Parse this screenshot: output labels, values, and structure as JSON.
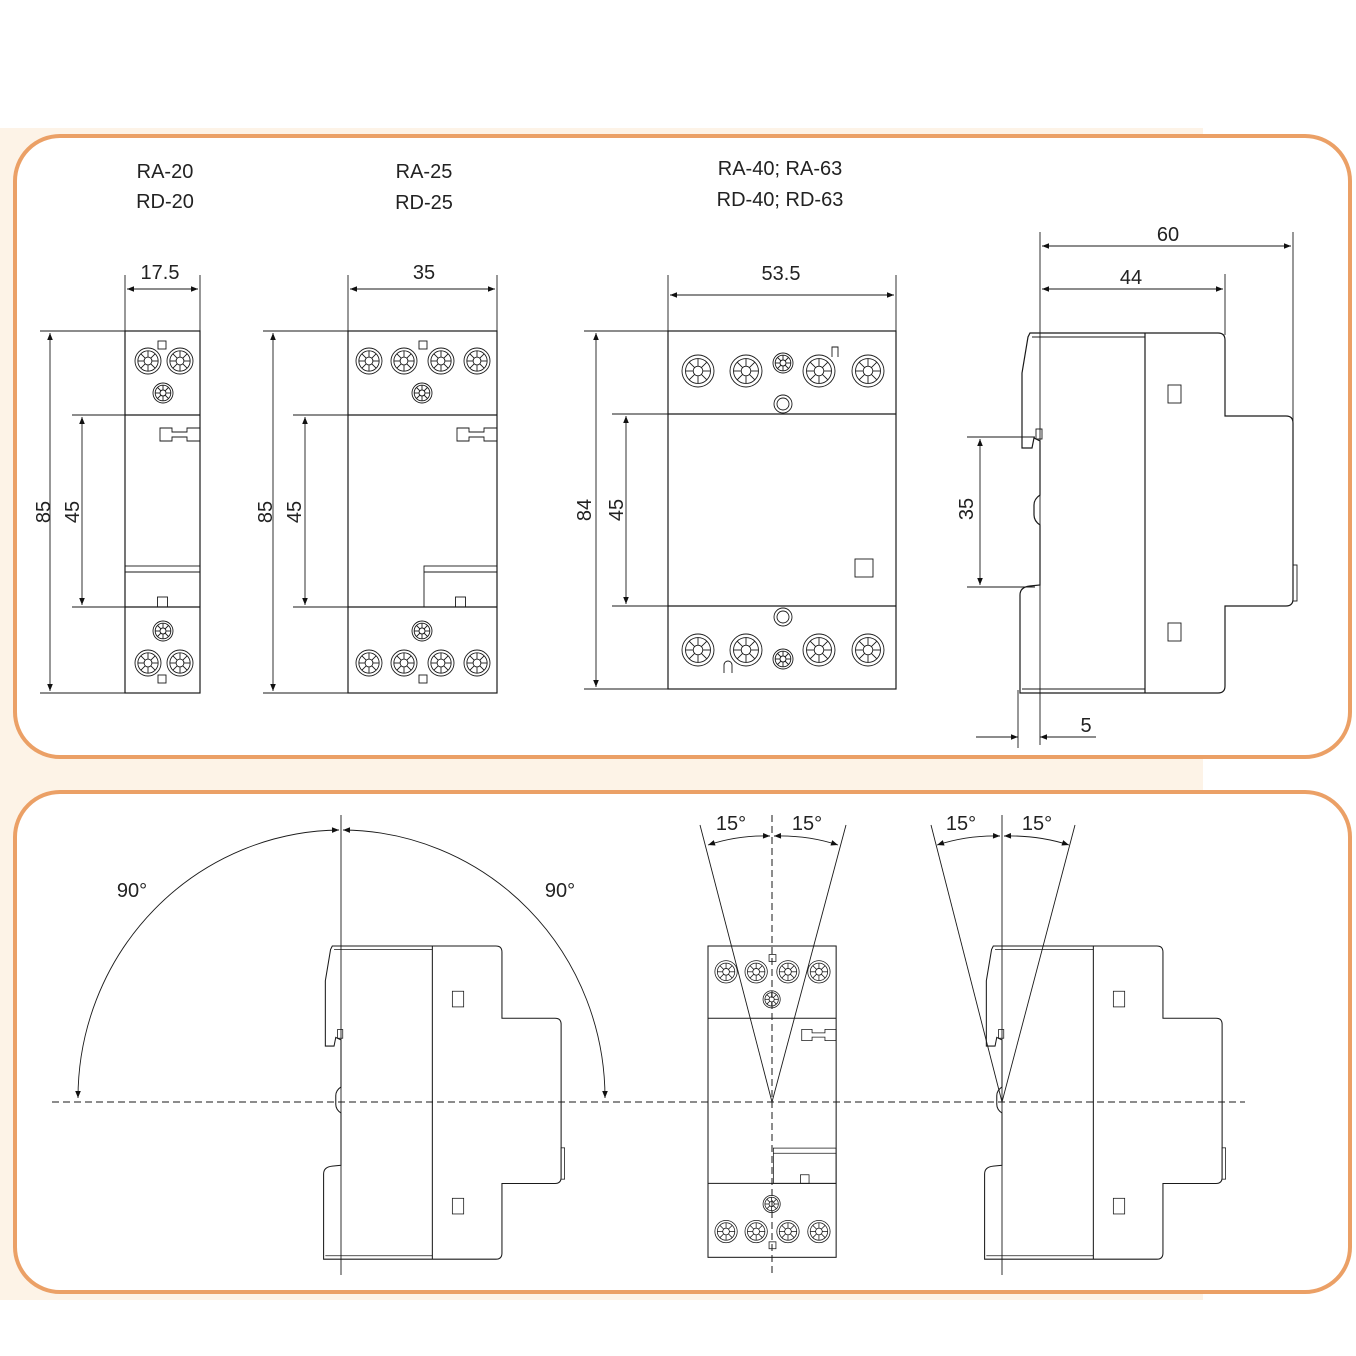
{
  "colors": {
    "frame": "#eba066",
    "background_tint": "#fdf3e7",
    "line": "#1a1a1a"
  },
  "models": [
    {
      "line1": "RA-20",
      "line2": "RD-20"
    },
    {
      "line1": "RA-25",
      "line2": "RD-25"
    },
    {
      "line1": "RA-40; RA-63",
      "line2": "RD-40; RD-63"
    }
  ],
  "dimensions": {
    "ra20": {
      "width": "17.5",
      "height": "85",
      "rail": "45"
    },
    "ra25": {
      "width": "35",
      "height": "85",
      "rail": "45"
    },
    "ra40": {
      "width": "53.5",
      "height": "84",
      "rail": "45"
    },
    "side": {
      "depth_total": "60",
      "depth_front": "44",
      "rail_height": "35",
      "offset": "5"
    }
  },
  "mounting": {
    "side_tilt_left": "90°",
    "side_tilt_right": "90°",
    "front_tilt_left": "15°",
    "front_tilt_right": "15°",
    "side2_tilt_left": "15°",
    "side2_tilt_right": "15°"
  }
}
